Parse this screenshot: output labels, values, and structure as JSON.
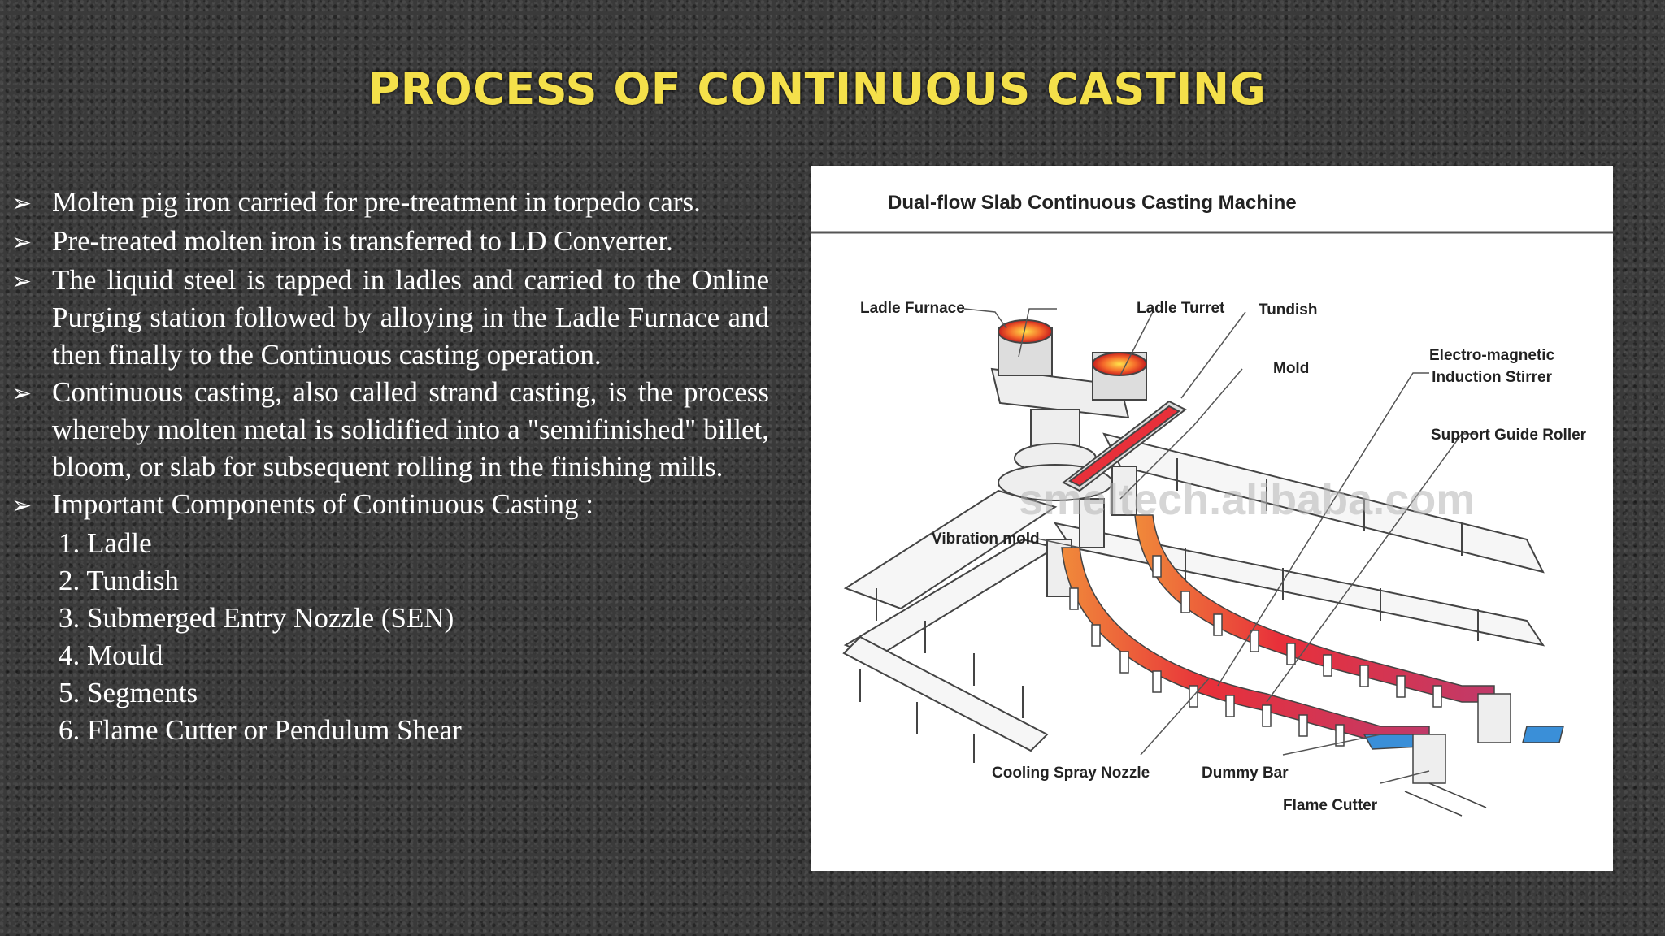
{
  "title": "PROCESS OF CONTINUOUS CASTING",
  "bullets": [
    "Molten pig iron carried for pre-treatment in torpedo cars.",
    "Pre-treated molten iron is transferred to LD Converter.",
    "The liquid steel is tapped in ladles and carried to the Online Purging station followed by alloying in the Ladle Furnace and then finally to the Continuous casting operation.",
    "Continuous casting, also called strand casting, is the process whereby molten metal is solidified into a \"semifinished\" billet, bloom, or slab for subsequent rolling in the finishing mills.",
    "Important Components of Continuous Casting :"
  ],
  "components": [
    "1. Ladle",
    "2. Tundish",
    "3. Submerged Entry Nozzle (SEN)",
    "4. Mould",
    "5. Segments",
    "6. Flame Cutter or Pendulum Shear"
  ],
  "figure": {
    "title": "Dual-flow Slab Continuous Casting Machine",
    "labels": {
      "ladle_furnace": "Ladle Furnace",
      "ladle_turret": "Ladle Turret",
      "tundish": "Tundish",
      "mold": "Mold",
      "emis_line1": "Electro-magnetic",
      "emis_line2": "Induction Stirrer",
      "support_guide_roller": "Support Guide Roller",
      "vibration_mold": "Vibration mold",
      "cooling_spray_nozzle": "Cooling Spray Nozzle",
      "dummy_bar": "Dummy Bar",
      "flame_cutter": "Flame Cutter"
    },
    "watermark": "smeltech.alibaba.com"
  },
  "colors": {
    "title": "#f4e04a",
    "text": "#ffffff",
    "hot_steel": "#e8303a",
    "dummy_bar": "#3a8fd8"
  }
}
